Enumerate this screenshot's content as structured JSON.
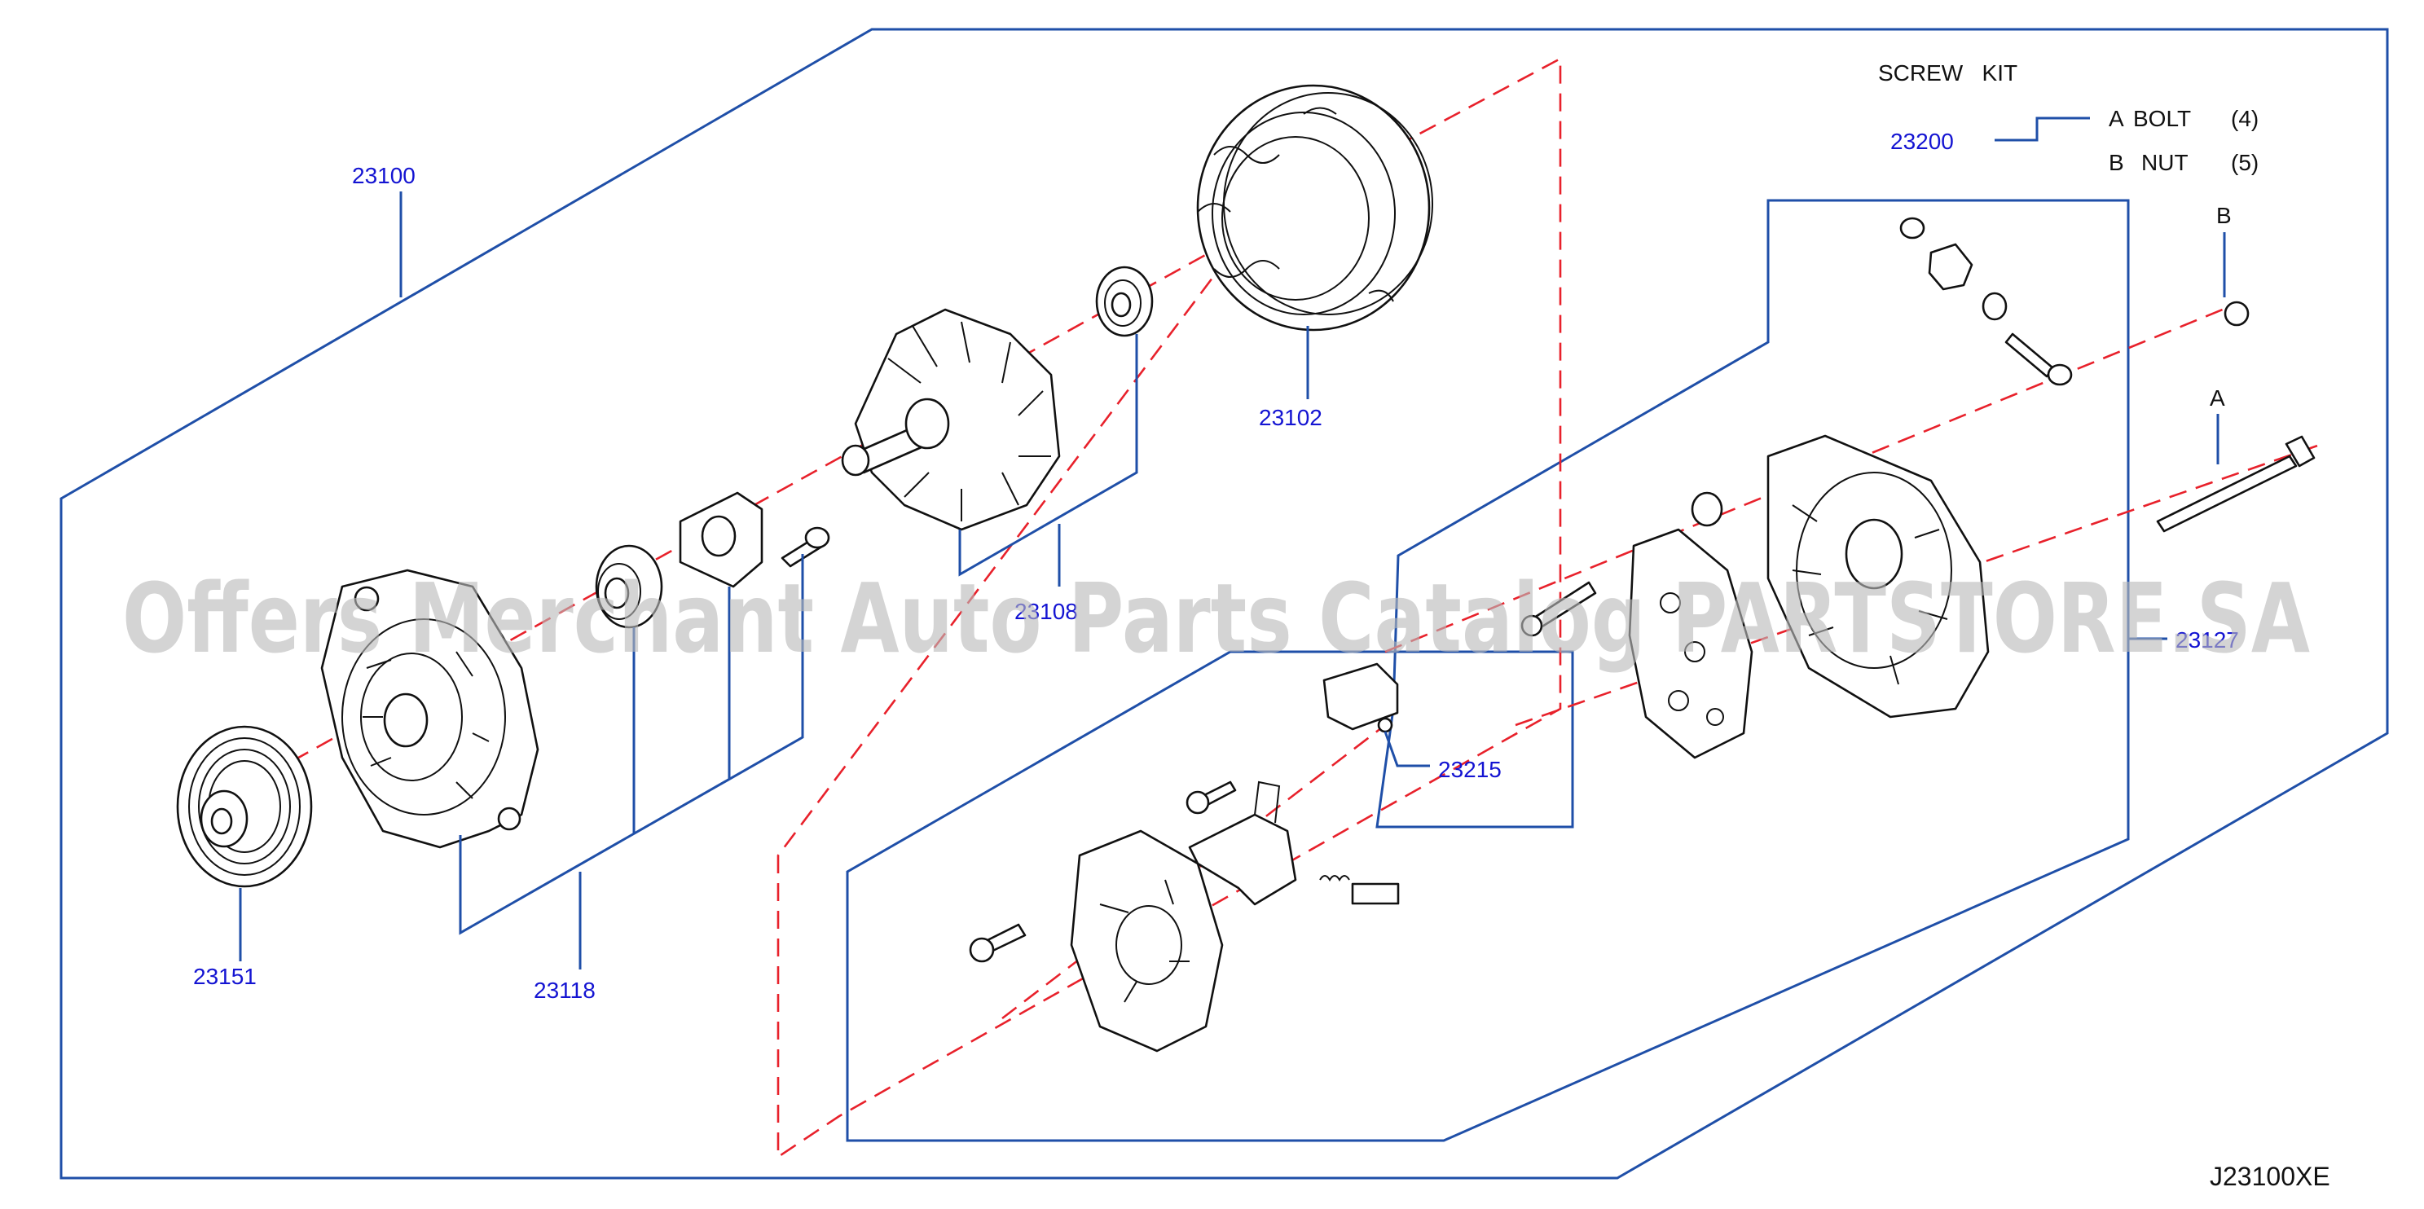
{
  "screw_kit": {
    "title": "SCREW   KIT",
    "part_number": "23200",
    "items": [
      {
        "letter": "A",
        "name": "BOLT",
        "qty": "(4)"
      },
      {
        "letter": "B",
        "name": "NUT",
        "qty": "(5)"
      }
    ]
  },
  "part_numbers": {
    "alternator": "23100",
    "stator": "23102",
    "rotor": "23108",
    "pulley": "23151",
    "front_cover": "23118",
    "regulator": "23215",
    "rear_cover": "23127"
  },
  "callouts": {
    "bolt": "A",
    "nut": "B"
  },
  "diagram_ref": "J23100XE",
  "watermark": "Offers Merchant Auto Parts Catalog PARTSTORE.SA",
  "colors": {
    "frame": "#1f4fa8",
    "part_number": "#1414d2",
    "axis": "#e8212b"
  }
}
